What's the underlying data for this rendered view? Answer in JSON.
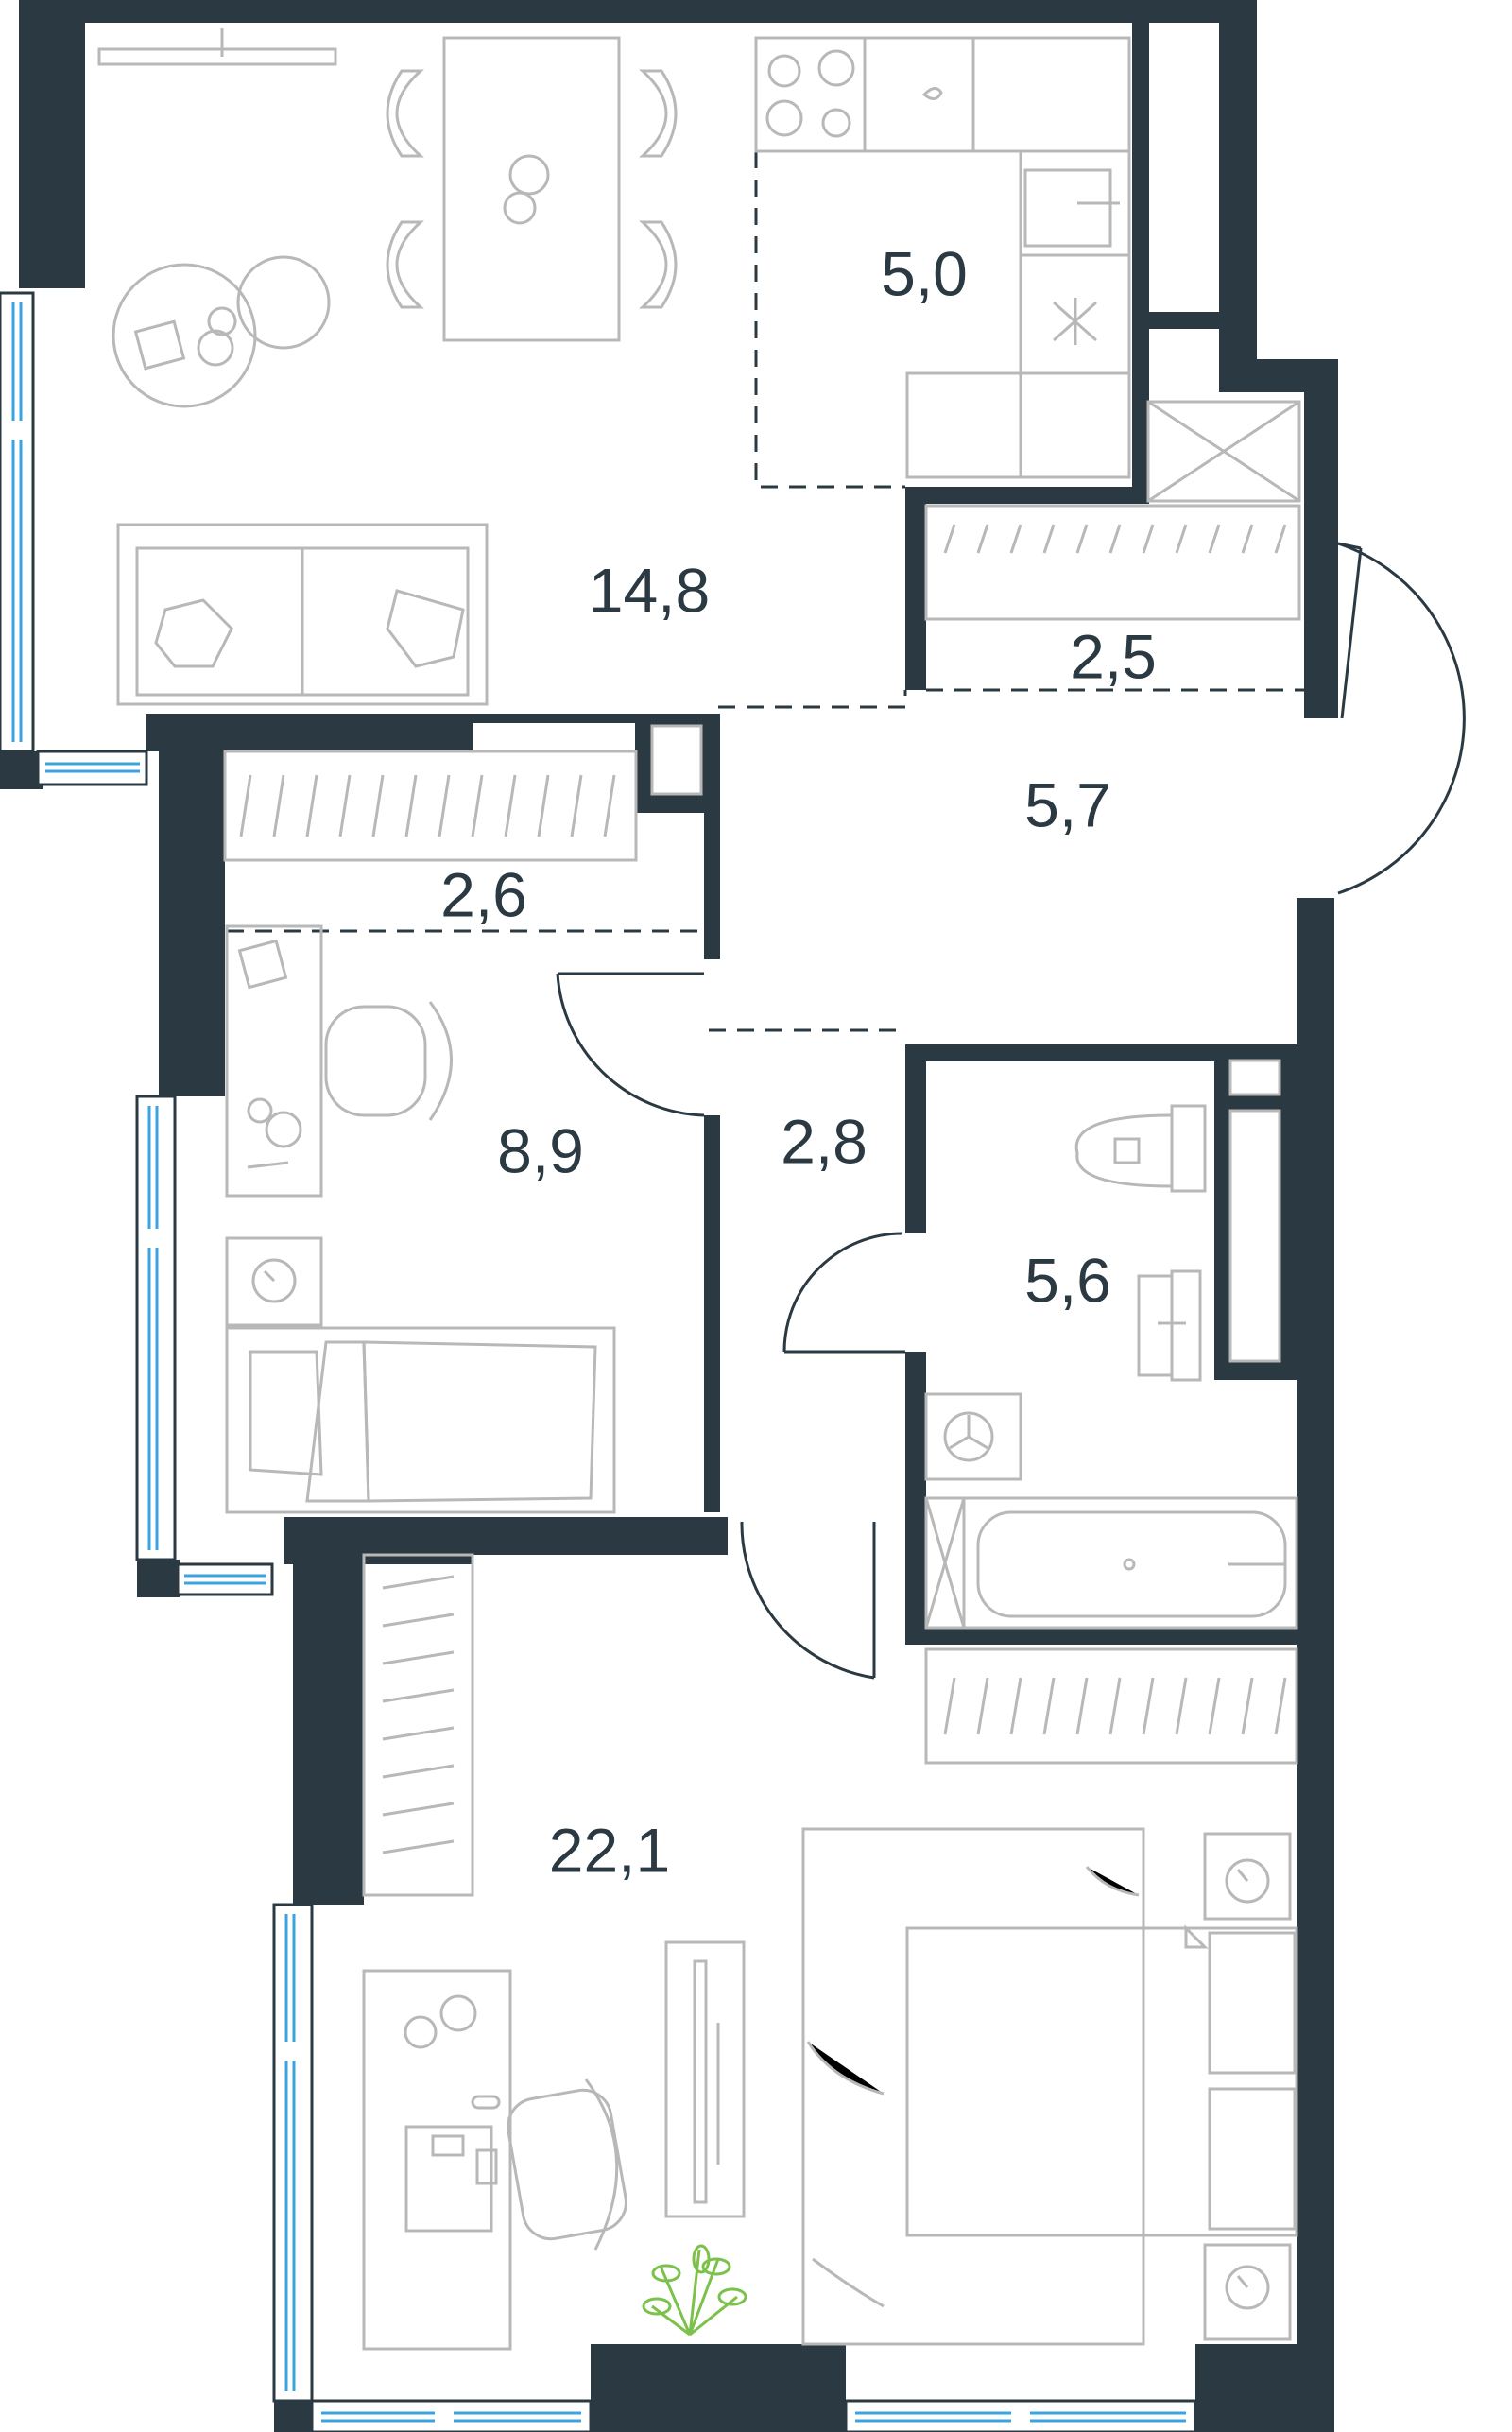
{
  "rooms": [
    {
      "id": "living",
      "area": "14,8"
    },
    {
      "id": "kitchen",
      "area": "5,0"
    },
    {
      "id": "wardrobe-hall",
      "area": "2,5"
    },
    {
      "id": "hall",
      "area": "5,7"
    },
    {
      "id": "wardrobe-small",
      "area": "2,6"
    },
    {
      "id": "bedroom-small",
      "area": "8,9"
    },
    {
      "id": "corridor",
      "area": "2,8"
    },
    {
      "id": "bathroom",
      "area": "5,6"
    },
    {
      "id": "bedroom-master",
      "area": "22,1"
    }
  ],
  "colors": {
    "wall": "#2b3a42",
    "furniture": "#b8b8b8",
    "window_glass": "#3aa3e0",
    "plant": "#7cc24a"
  }
}
